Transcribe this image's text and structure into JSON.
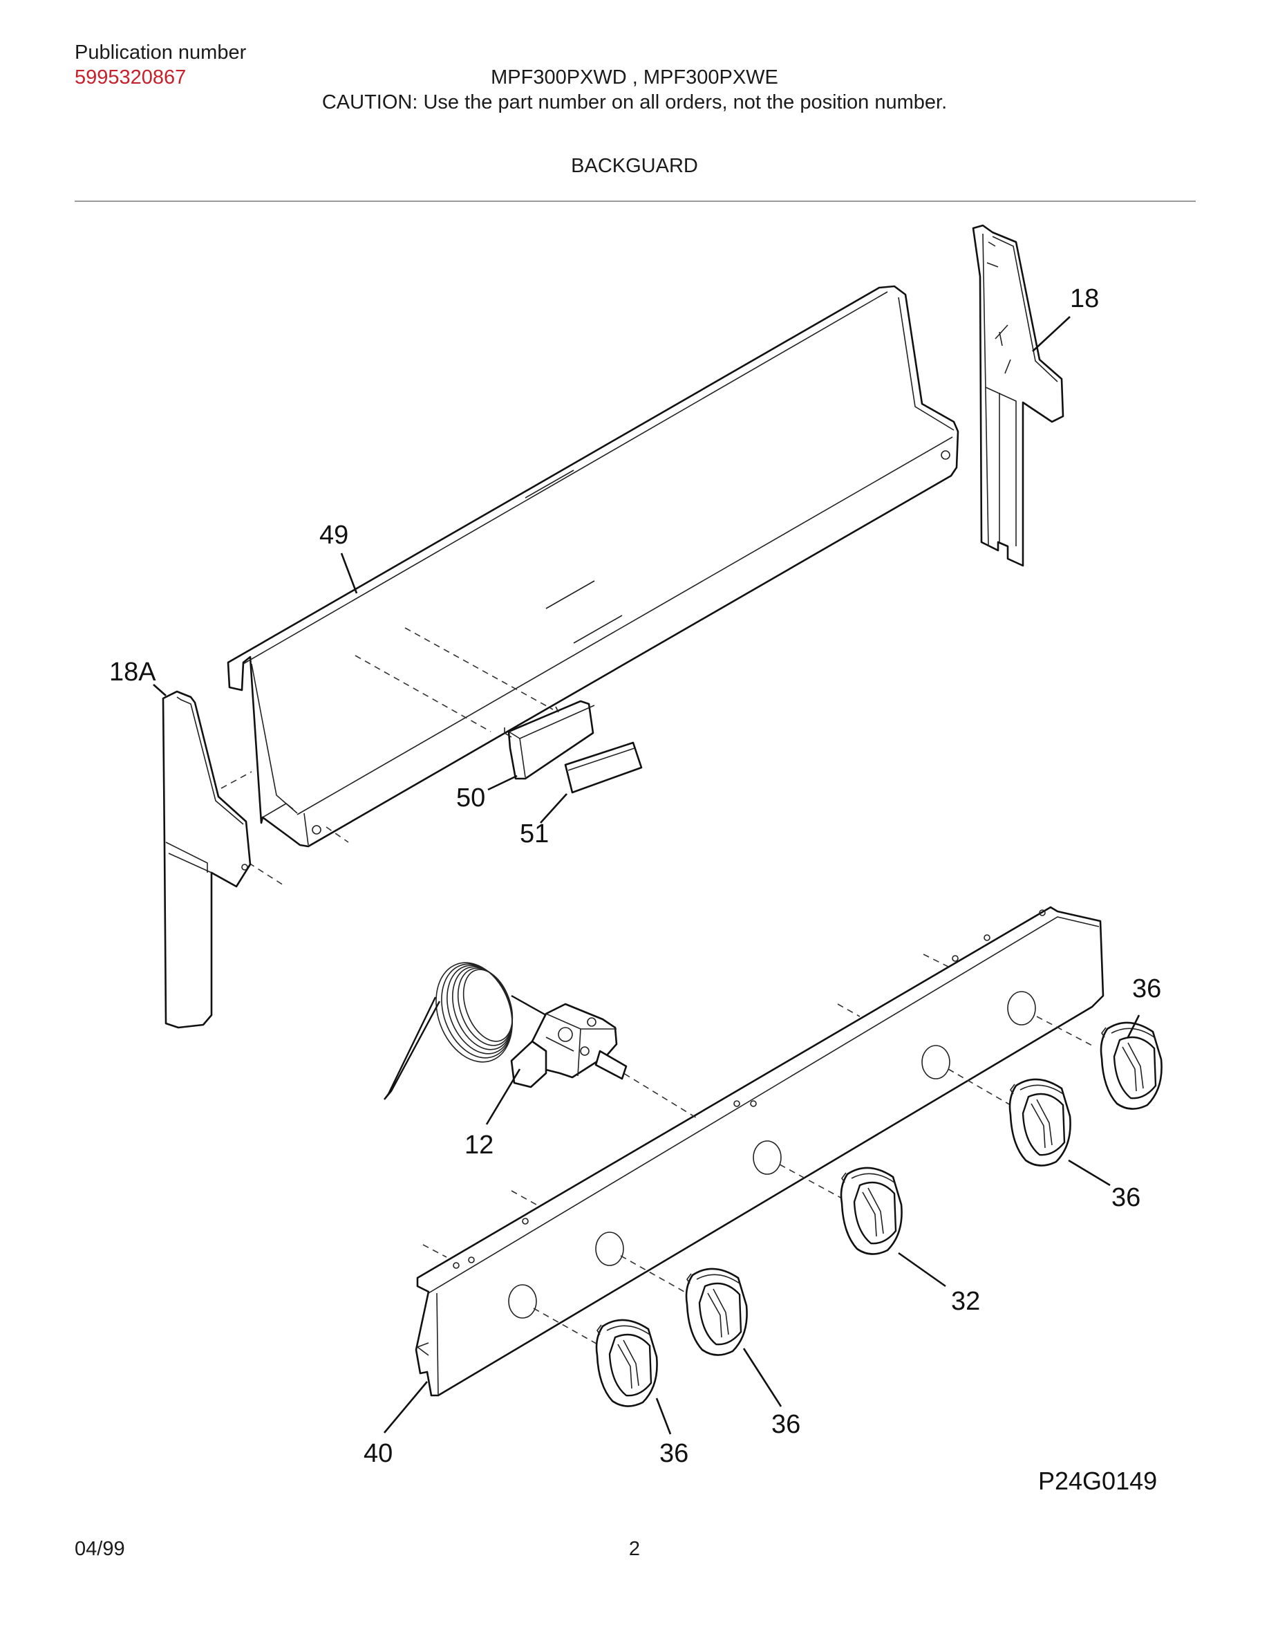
{
  "header": {
    "publication_label": "Publication number",
    "publication_number": "5995320867",
    "models": "MPF300PXWD , MPF300PXWE",
    "caution": "CAUTION:  Use the part number on all orders, not the position number.",
    "section_title": "BACKGUARD"
  },
  "diagram": {
    "callouts": {
      "c18": "18",
      "c49": "49",
      "c18a": "18A",
      "c50": "50",
      "c51": "51",
      "c36a": "36",
      "c36b": "36",
      "c12": "12",
      "c32": "32",
      "c36c": "36",
      "c40": "40",
      "c36d": "36"
    },
    "figure_code": "P24G0149"
  },
  "footer": {
    "date": "04/99",
    "page": "2"
  },
  "colors": {
    "publication_number": "#c8202a",
    "rule": "#9a9a9a",
    "ink": "#111111"
  }
}
